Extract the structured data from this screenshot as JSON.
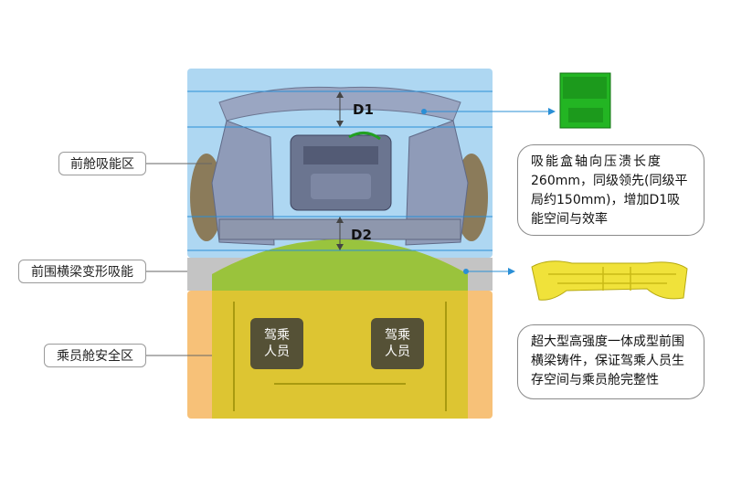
{
  "zones": {
    "front": {
      "label": "前舱吸能区",
      "color": "#aed7f2"
    },
    "bulkhead": {
      "label": "前围横梁变形吸能",
      "color": "#bdbdbd"
    },
    "cabin": {
      "label": "乘员舱安全区",
      "color": "#f7c178"
    }
  },
  "dimensions": {
    "d1": "D1",
    "d2": "D2"
  },
  "occupants": {
    "left": [
      "驾乘",
      "人员"
    ],
    "right": [
      "驾乘",
      "人员"
    ]
  },
  "callouts": {
    "crash_box": [
      "吸能盒轴向压溃长度",
      "260mm，同级领先(同级平",
      "局约150mm)，增加D1吸",
      "能空间与效率"
    ],
    "beam": [
      "超大型高强度一体成型前围",
      "横梁铸件，保证驾乘人员生",
      "存空间与乘员舱完整性"
    ]
  },
  "colors": {
    "arrow": "#2a8fd6",
    "crash_box": "#23b523",
    "beam": "#f0e23a",
    "body_yellow": "#d6c61f"
  }
}
